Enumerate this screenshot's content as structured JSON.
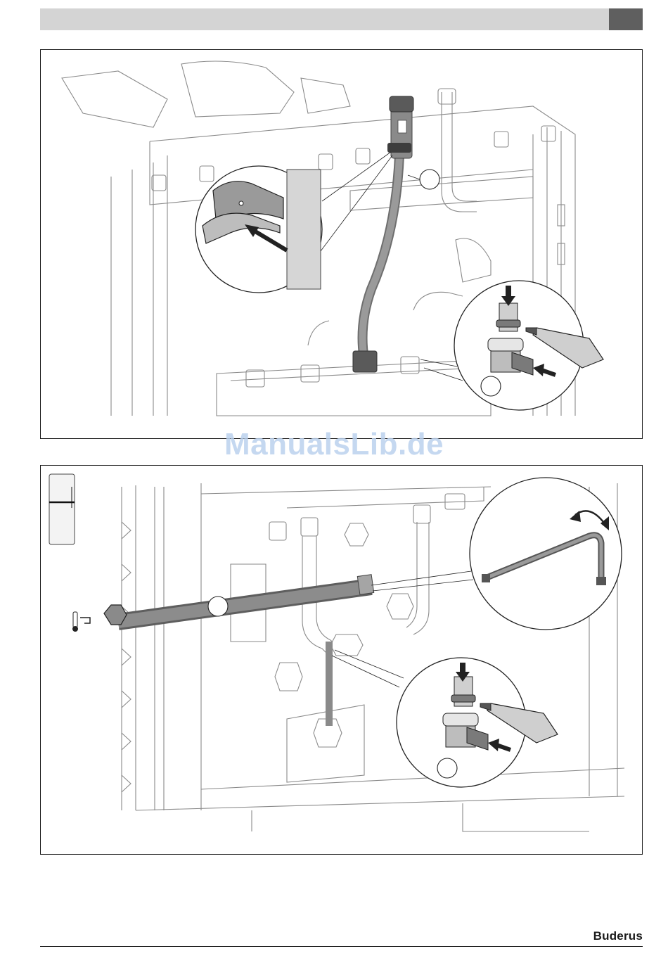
{
  "header": {
    "tab_color": "#5f5f5f",
    "bar_color": "#d4d4d4"
  },
  "figures": [
    {
      "id": "fig1",
      "callouts": [
        "",
        ""
      ],
      "icons": [
        "retaining-clip-icon",
        "pipe-connector-icon",
        "lubricant-tube-icon",
        "push-arrow-icon"
      ]
    },
    {
      "id": "fig2",
      "callouts": [
        "",
        ""
      ],
      "icons": [
        "level-gauge-icon",
        "temperature-tap-icon",
        "flexible-hose-icon",
        "lubricant-tube-icon",
        "push-arrow-icon"
      ]
    }
  ],
  "watermark": {
    "text": "ManualsLib.de"
  },
  "footer": {
    "brand": "Buderus"
  }
}
